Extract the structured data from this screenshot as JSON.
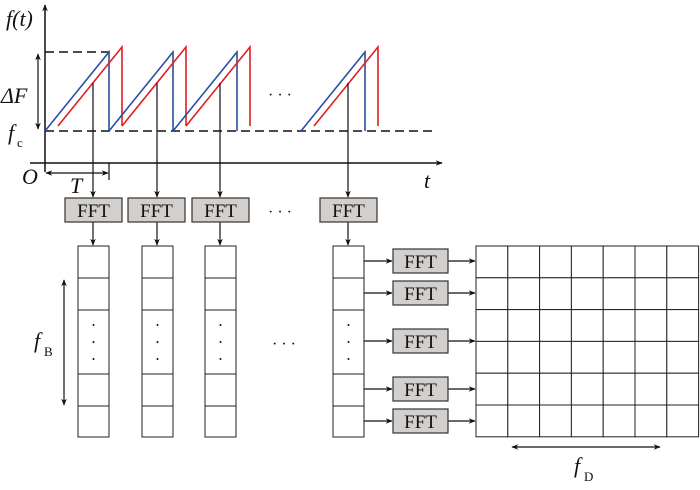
{
  "labels": {
    "y_axis": "f(t)",
    "x_axis": "t",
    "origin": "O",
    "bandwidth": "ΔF",
    "carrier": "f",
    "carrier_sub": "c",
    "period": "T",
    "beat": "f",
    "beat_sub": "B",
    "doppler": "f",
    "doppler_sub": "D",
    "ellipsis": "· · ·",
    "fft": "FFT"
  },
  "colors": {
    "transmit": "#2b4fa0",
    "receive": "#e02020",
    "fft_box": "#d3cfcc"
  },
  "structure": {
    "chirp_count_shown": 4,
    "range_fft_rows": 5,
    "grid_rows": 6,
    "grid_cols": 7
  }
}
